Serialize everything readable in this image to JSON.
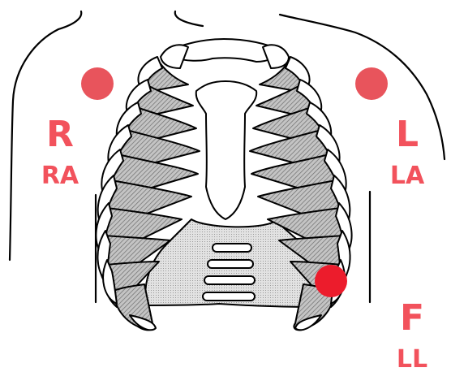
{
  "colors": {
    "electrode": "#e8545c",
    "electrode_ll": "#ec1c2c",
    "label": "#f2525c",
    "outline": "#000000",
    "rib_shade": "#a8a8a8",
    "cartilage_shade": "#d8d8d8"
  },
  "leads": {
    "right_arm": {
      "letter": "R",
      "code": "RA"
    },
    "left_arm": {
      "letter": "L",
      "code": "LA"
    },
    "left_leg": {
      "letter": "F",
      "code": "LL"
    }
  }
}
